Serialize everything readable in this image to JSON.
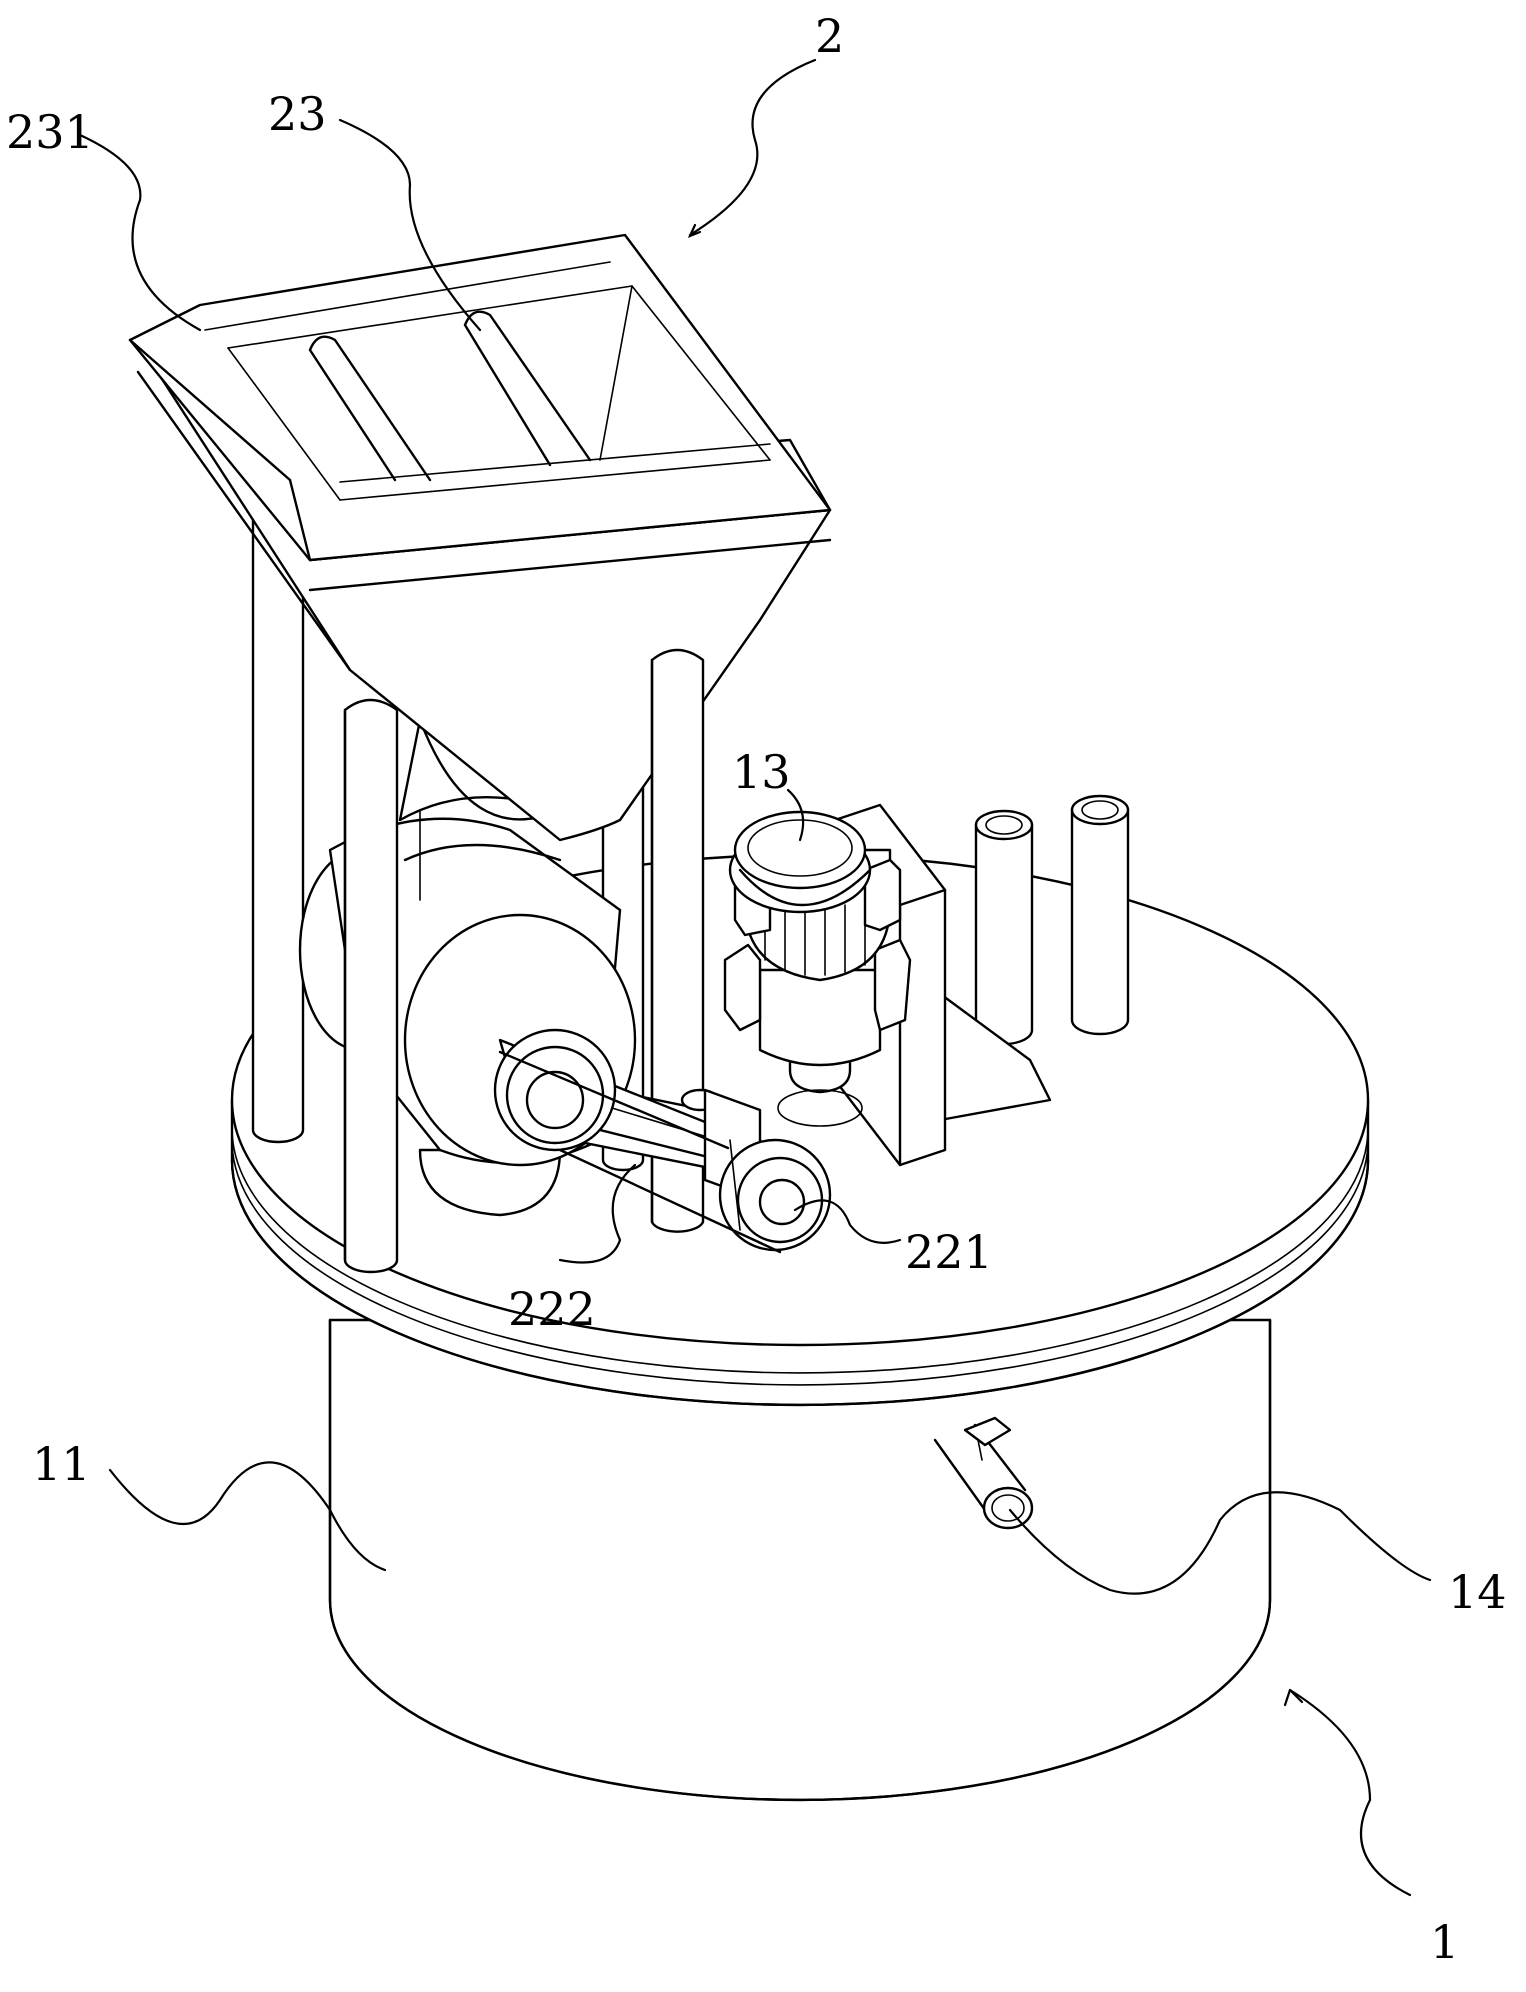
{
  "labels": {
    "l2": "2",
    "l23": "23",
    "l231": "231",
    "l13": "13",
    "l221": "221",
    "l222": "222",
    "l11": "11",
    "l14": "14",
    "l1": "1"
  }
}
